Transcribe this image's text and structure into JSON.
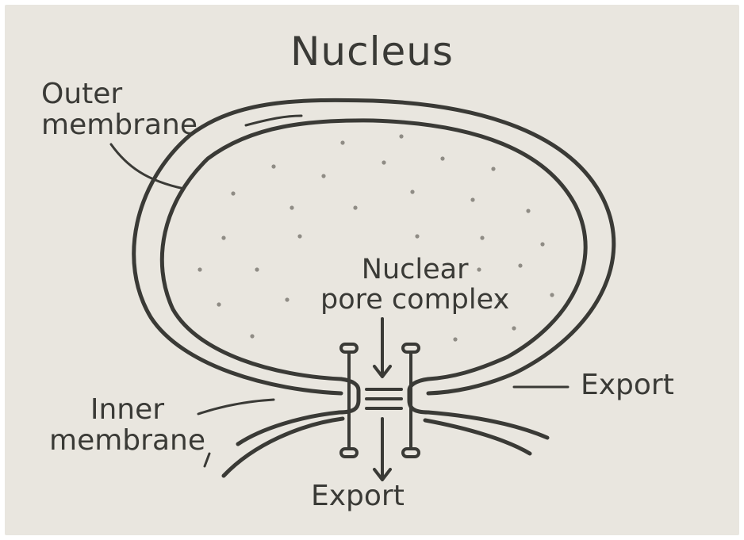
{
  "diagram": {
    "title": "Nucleus",
    "labels": {
      "outer_membrane": [
        "Outer",
        "membrane"
      ],
      "inner_membrane": [
        "Inner",
        "membrane"
      ],
      "nuclear_pore_complex": [
        "Nuclear",
        "pore complex"
      ],
      "export_right": "Export",
      "export_bottom": "Export"
    }
  },
  "colors": {
    "background": "#e9e6df",
    "ink": "#3a3a36",
    "dots": "#8f8c85"
  }
}
